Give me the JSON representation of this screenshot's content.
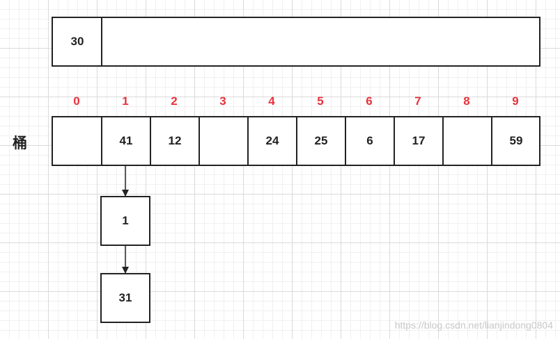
{
  "top_box": {
    "value": "30"
  },
  "bucket_label": "桶",
  "indices": [
    "0",
    "1",
    "2",
    "3",
    "4",
    "5",
    "6",
    "7",
    "8",
    "9"
  ],
  "buckets": [
    "",
    "41",
    "12",
    "",
    "24",
    "25",
    "6",
    "17",
    "",
    "59"
  ],
  "chain": [
    "1",
    "31"
  ],
  "watermark": "https://blog.csdn.net/lianjindong0804"
}
